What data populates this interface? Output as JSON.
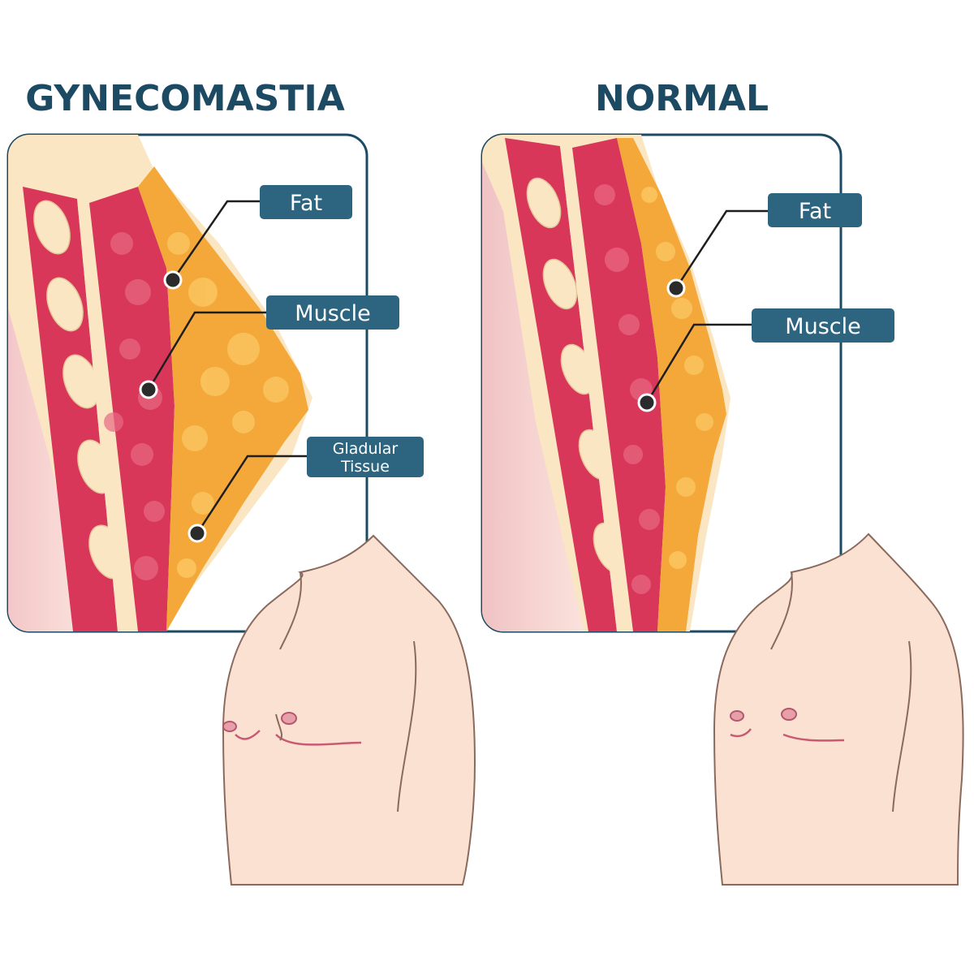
{
  "panels": {
    "left": {
      "title": "GYNECOMASTIA",
      "labels": {
        "fat": "Fat",
        "muscle": "Muscle",
        "glandular_line1": "Gladular",
        "glandular_line2": "Tissue"
      }
    },
    "right": {
      "title": "NORMAL",
      "labels": {
        "fat": "Fat",
        "muscle": "Muscle"
      }
    }
  },
  "colors": {
    "heading": "#1d4a63",
    "tag": "#2d6580",
    "muscle": "#d9375a",
    "muscle_light": "#e86983",
    "fat": "#f4a83a",
    "fat_light": "#fbc560",
    "bone": "#fbe6c4",
    "skin": "#fbe1d1"
  }
}
